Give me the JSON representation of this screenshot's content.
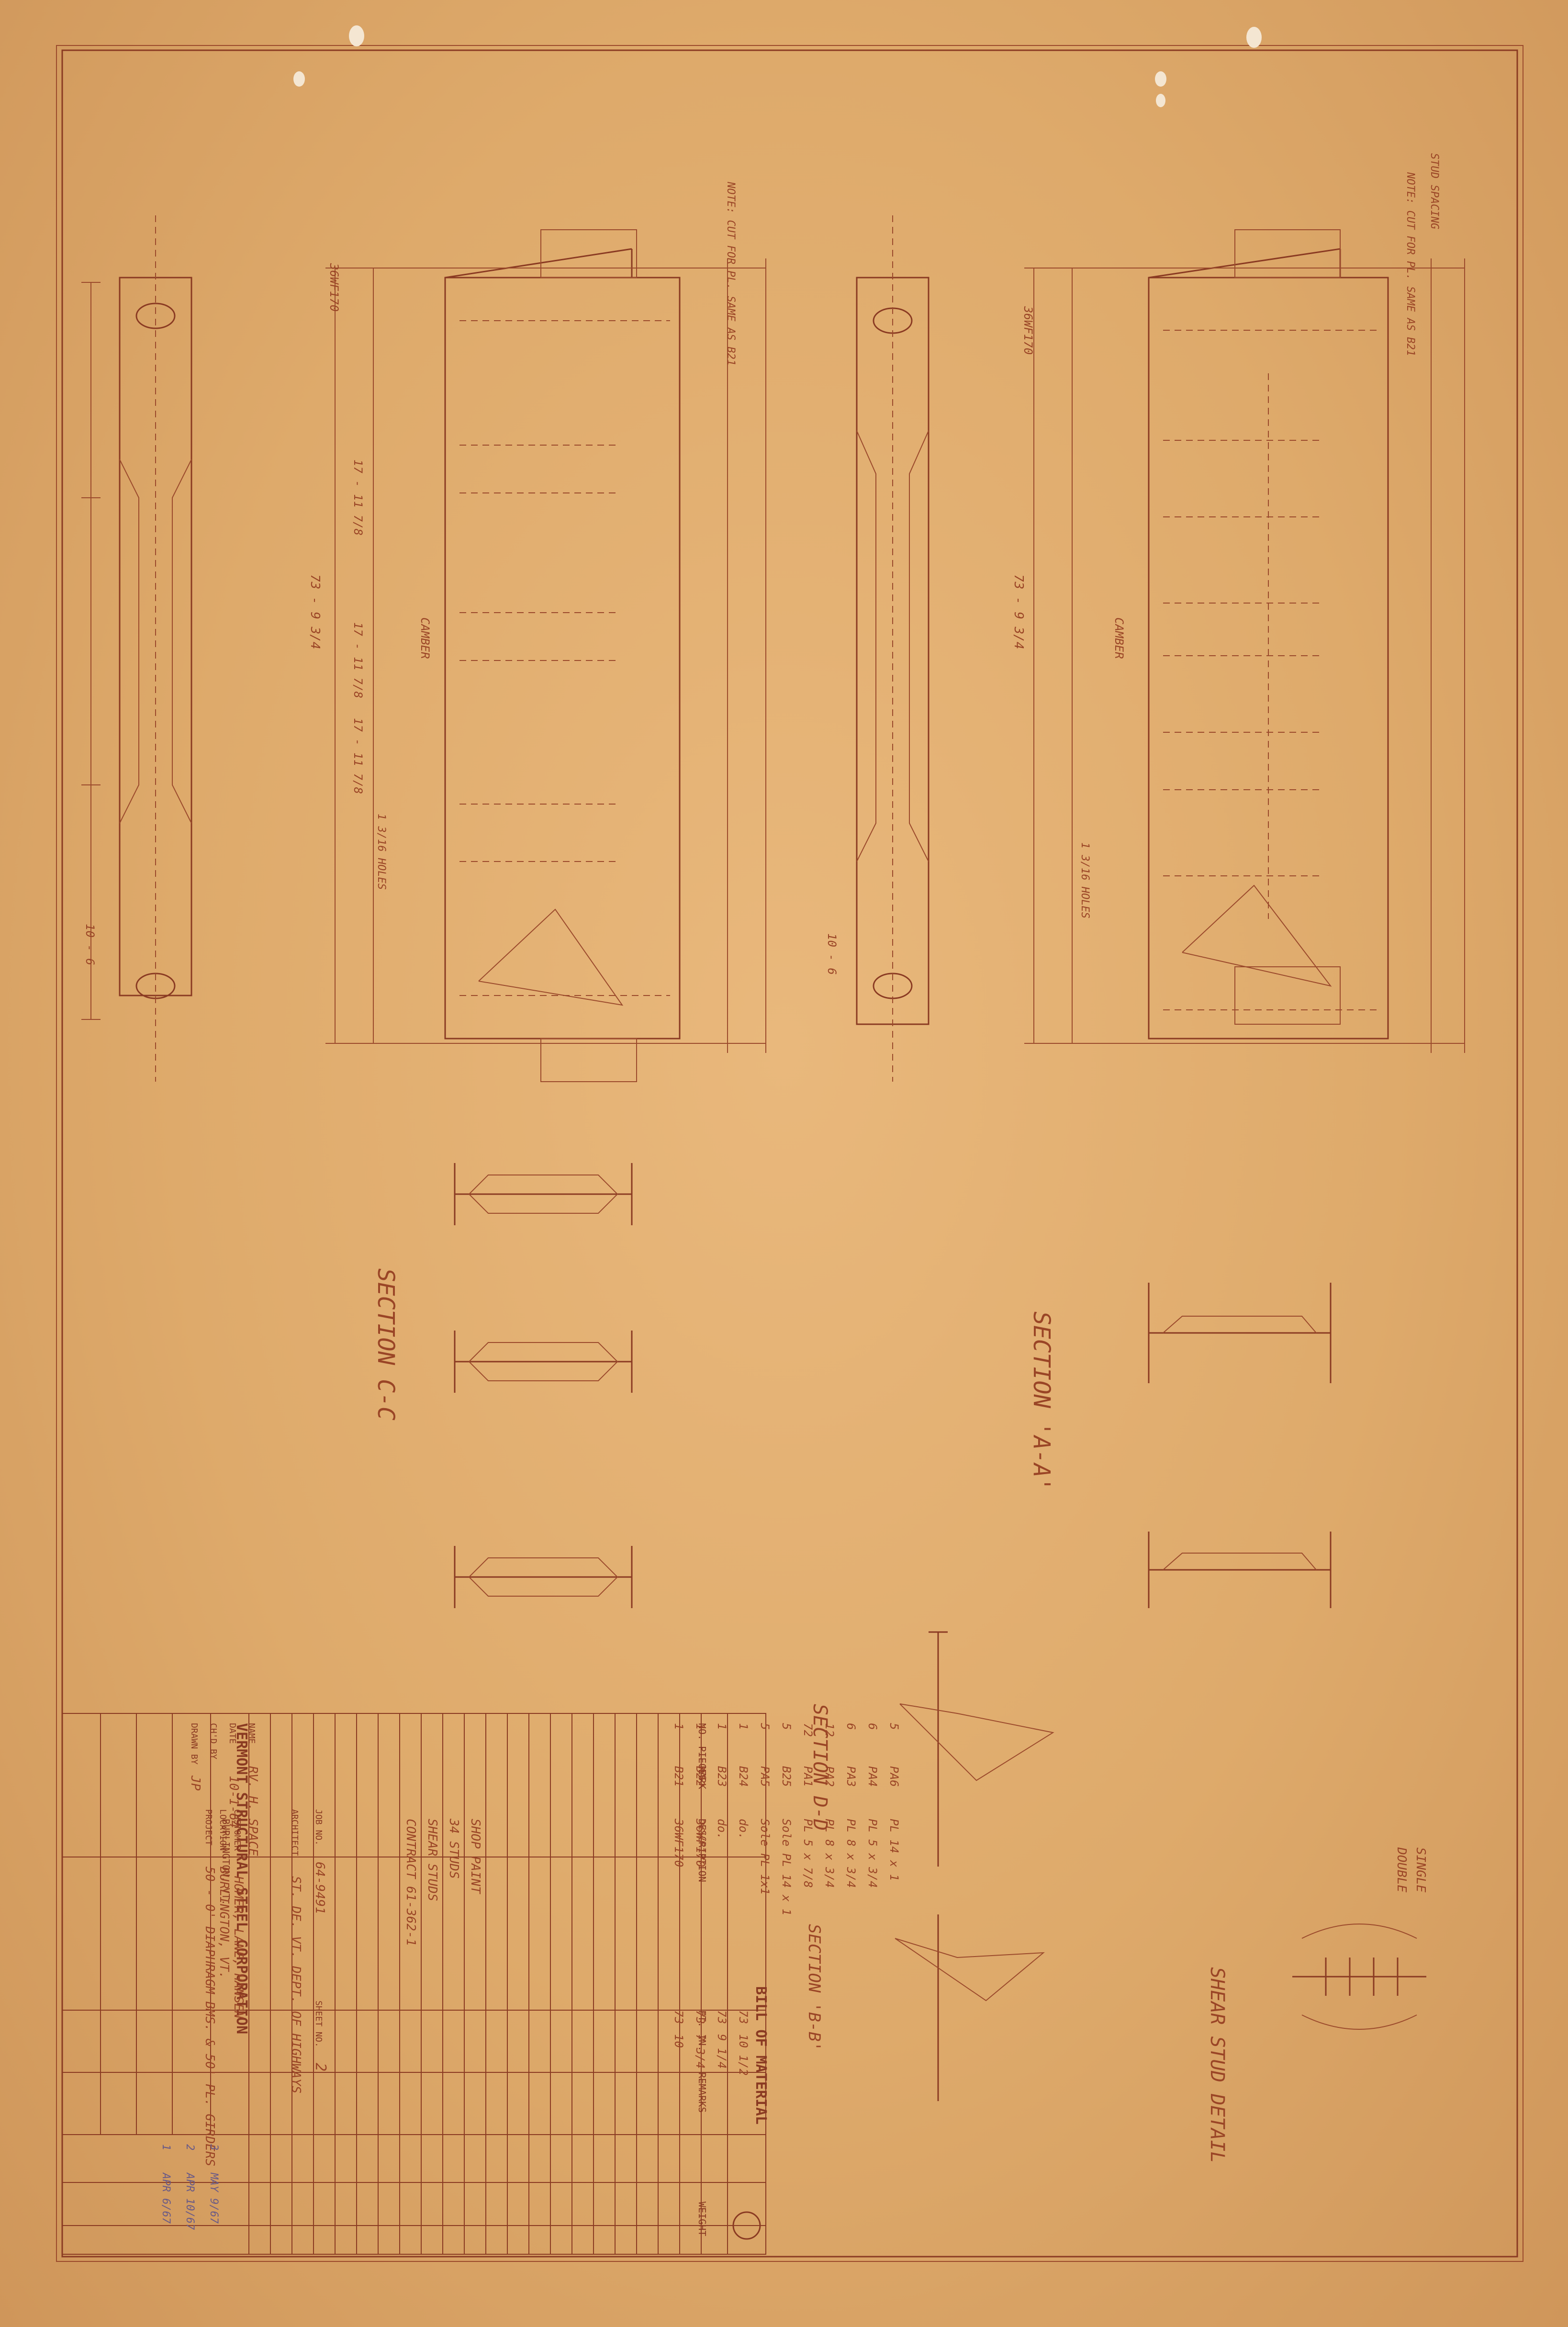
{
  "title_block": {
    "company": "VERMONT STRUCTURAL STEEL CORPORATION",
    "city": "BURLINGTON, VT.",
    "project": "50 - 0' DIAPHRAGM BMS. & 50' PL. GIRDERS",
    "location": "BURLINGTON, VT.",
    "customer": "HOMER, LANE, HANSEN",
    "architect": "ST. DE. VT. DEPT. OF HIGHWAYS",
    "job_no": "64-9491",
    "sheet_no": "2",
    "drawn_by_label": "DRAWN BY",
    "drawn_by": "JP",
    "checked_by_label": "CH'D BY",
    "date_label": "DATE",
    "date": "10-1-64",
    "name_label": "NAME",
    "name": "RV. H. SPACE",
    "title_labels": {
      "project": "PROJECT",
      "location": "LOCATION",
      "customer": "CUSTOMER",
      "architect": "ARCHITECT",
      "job_no": "JOB NO.",
      "sheet_no": "SHEET NO."
    },
    "revisions": [
      {
        "no": "1",
        "date": "APR 6/67"
      },
      {
        "no": "2",
        "date": "APR 10/67"
      },
      {
        "no": "3",
        "date": "MAY 9/67"
      }
    ]
  },
  "bill_of_material": {
    "heading": "BILL OF MATERIAL",
    "columns": [
      "NO. PIECES",
      "MARK",
      "DESCRIPTION",
      "FT.",
      "IN.",
      "REMARKS",
      "WEIGHT"
    ],
    "rows": [
      {
        "pieces": "1",
        "mark": "B21",
        "description": "36WF170",
        "ft": "73",
        "in": "10",
        "remarks": ""
      },
      {
        "pieces": "1",
        "mark": "B22",
        "description": "36WF170",
        "ft": "73",
        "in": "7 3/4",
        "remarks": ""
      },
      {
        "pieces": "1",
        "mark": "B23",
        "description": "do.",
        "ft": "73",
        "in": "9 1/4",
        "remarks": ""
      },
      {
        "pieces": "1",
        "mark": "B24",
        "description": "do.",
        "ft": "73",
        "in": "10 1/2",
        "remarks": ""
      },
      {
        "pieces": "5",
        "mark": "PA5",
        "description": "Sole PL 1x1",
        "ft": "",
        "in": "",
        "remarks": ""
      },
      {
        "pieces": "5",
        "mark": "B25",
        "description": "Sole PL 14 x 1",
        "ft": "",
        "in": "",
        "remarks": ""
      },
      {
        "pieces": "72",
        "mark": "PA1",
        "description": "PL 5 x 7/8",
        "ft": "",
        "in": "",
        "remarks": ""
      },
      {
        "pieces": "12",
        "mark": "PA2",
        "description": "PL 8 x 3/4",
        "ft": "",
        "in": "",
        "remarks": ""
      },
      {
        "pieces": "6",
        "mark": "PA3",
        "description": "PL 8 x 3/4",
        "ft": "",
        "in": "",
        "remarks": ""
      },
      {
        "pieces": "6",
        "mark": "PA4",
        "description": "PL 5 x 3/4",
        "ft": "",
        "in": "",
        "remarks": ""
      },
      {
        "pieces": "5",
        "mark": "PA6",
        "description": "PL 14 x 1",
        "ft": "",
        "in": "",
        "remarks": ""
      }
    ],
    "notes": [
      "CONTRACT 61-362-1",
      "SHEAR STUDS",
      "34 STUDS",
      "SHOP PAINT"
    ]
  },
  "labels": {
    "section_aa": "SECTION 'A-A'",
    "section_bb": "SECTION 'B-B'",
    "section_cc": "SECTION C-C",
    "section_dd": "SECTION D-D",
    "shear_stud_detail": "SHEAR STUD DETAIL",
    "camber": "CAMBER",
    "stud_spacing": "STUD SPACING",
    "note_cut": "NOTE: CUT FOR PL. SAME AS B21",
    "single": "SINGLE",
    "double": "DOUBLE"
  },
  "dimensions": {
    "overall_length": "73 - 9 3/4",
    "panel_1": "17 - 11 7/8",
    "panel_2": "17 - 11 7/8",
    "panel_3": "17 - 11 7/8",
    "end": "10 - 6",
    "beam_size": "36WF170",
    "holes": "1 3/16 HOLES"
  },
  "colors": {
    "paper": "#e2ab6e",
    "ink": "#8a3a22"
  }
}
